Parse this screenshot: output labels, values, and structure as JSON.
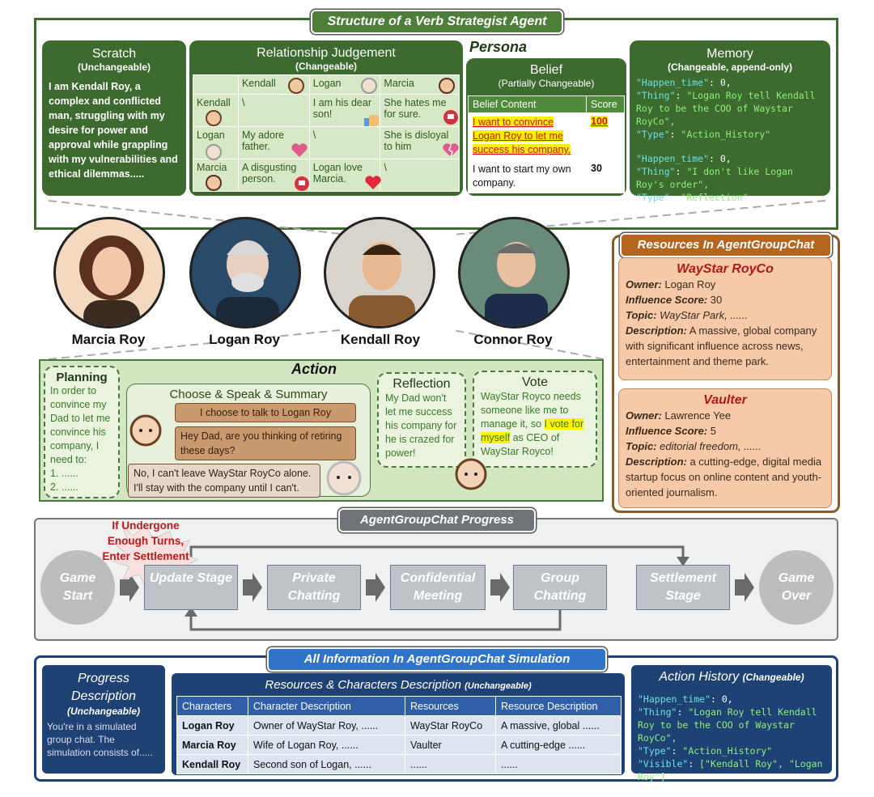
{
  "structure_title": "Structure of a Verb Strategist Agent",
  "persona_label": "Persona",
  "scratch": {
    "title": "Scratch",
    "subtitle": "(Unchangeable)",
    "text": "I am Kendall Roy, a complex and conflicted man, struggling with my desire for power and approval while grappling with my vulnerabilities and ethical dilemmas....."
  },
  "relationship": {
    "title": "Relationship Judgement",
    "subtitle": "(Changeable)",
    "columns": [
      "Kendall",
      "Logan",
      "Marcia"
    ],
    "rows": [
      {
        "name": "Kendall",
        "cells": [
          "\\",
          "I am his dear son!",
          "She hates me for sure."
        ]
      },
      {
        "name": "Logan",
        "cells": [
          "My adore father.",
          "\\",
          "She is disloyal to him"
        ]
      },
      {
        "name": "Marcia",
        "cells": [
          "A disgusting person.",
          "Logan love Marcia.",
          "\\"
        ]
      }
    ]
  },
  "belief": {
    "title": "Belief",
    "subtitle": "(Partially Changeable)",
    "col_content": "Belief Content",
    "col_score": "Score",
    "rows": [
      {
        "content": "I want to convince Logan Roy to let me success his company.",
        "score": "100"
      },
      {
        "content": "I want to start my own company.",
        "score": "30"
      }
    ]
  },
  "memory": {
    "title": "Memory",
    "subtitle": "(Changeable, append-only)",
    "k_time": "\"Happen_time\"",
    "k_thing": "\"Thing\"",
    "k_type": "\"Type\"",
    "e1_time": "0,",
    "e1_thing": "\"Logan Roy tell Kendall Roy to be the COO of Waystar RoyCo\",",
    "e1_type": "\"Action_History\"",
    "e2_time": "0,",
    "e2_thing": "\"I don't like Logan Roy's order\",",
    "e2_type": "\"Reflection\""
  },
  "characters": [
    "Marcia Roy",
    "Logan Roy",
    "Kendall Roy",
    "Connor Roy"
  ],
  "action": {
    "title": "Action",
    "planning_title": "Planning",
    "planning_text": "In order to convince my Dad to let me convince his company, I need to:",
    "planning_item1": "1.    ......",
    "planning_item2": "2.    ......",
    "css_title": "Choose & Speak & Summary",
    "msg1": "I choose to talk to Logan Roy",
    "msg2": "Hey Dad, are you thinking of retiring these days?",
    "msg3": "No, I can't leave WayStar RoyCo alone. I'll stay with the company until I can't.",
    "reflection_title": "Reflection",
    "reflection_text": "My Dad won't let me success his company for he is crazed for power!",
    "vote_title": "Vote",
    "vote_text_a": "WayStar Royco needs someone like me to manage it, so ",
    "vote_text_hl": "I vote for myself",
    "vote_text_b": " as CEO of WayStar Royco!"
  },
  "resources": {
    "title": "Resources In AgentGroupChat",
    "owner_label": "Owner:",
    "influence_label": "Influence Score:",
    "topic_label": "Topic:",
    "desc_label": "Description:",
    "items": [
      {
        "name": "WayStar RoyCo",
        "owner": "Logan Roy",
        "influence": "30",
        "topic": "WayStar Park, ......",
        "description": "A massive, global company with significant influence across news, entertainment and theme park."
      },
      {
        "name": "Vaulter",
        "owner": "Lawrence Yee",
        "influence": "5",
        "topic": "editorial freedom, ......",
        "description": "a cutting-edge, digital media startup focus on online content and youth-oriented journalism."
      }
    ]
  },
  "progress": {
    "title": "AgentGroupChat Progress",
    "settlement_note": "If Undergone Enough Turns, Enter Settlement",
    "game_start": "Game Start",
    "update_stage": "Update Stage",
    "private_chatting": "Private Chatting",
    "confidential_meeting": "Confidential Meeting",
    "group_chatting": "Group Chatting",
    "settlement_stage": "Settlement Stage",
    "game_over": "Game Over"
  },
  "info": {
    "title": "All Information In AgentGroupChat Simulation",
    "progress_title": "Progress Description",
    "progress_sub": "(Unchangeable)",
    "progress_text": "You're in a simulated group chat. The simulation consists of.....",
    "rc_title": "Resources & Characters Description",
    "rc_sub": "(Unchangeable)",
    "table_headers": [
      "Characters",
      "Character Description",
      "Resources",
      "Resource Description"
    ],
    "table_rows": [
      [
        "Logan Roy",
        "Owner of WayStar Roy, ......",
        "WayStar RoyCo",
        "A massive, global ......"
      ],
      [
        "Marcia Roy",
        "Wife of Logan Roy, ......",
        "Vaulter",
        "A cutting-edge ......"
      ],
      [
        "Kendall Roy",
        "Second son of Logan, ......",
        "......",
        "......"
      ]
    ],
    "ah_title": "Action History",
    "ah_sub": "(Changeable)",
    "ah_k_time": "\"Happen_time\"",
    "ah_k_thing": "\"Thing\"",
    "ah_k_type": "\"Type\"",
    "ah_k_visible": "\"Visible\"",
    "ah_time": "0,",
    "ah_thing": "\"Logan Roy tell Kendall Roy to be the COO of Waystar RoyCo\",",
    "ah_type": "\"Action_History\"",
    "ah_visible": "[\"Kendall Roy\", \"Logan Roy\"]"
  }
}
